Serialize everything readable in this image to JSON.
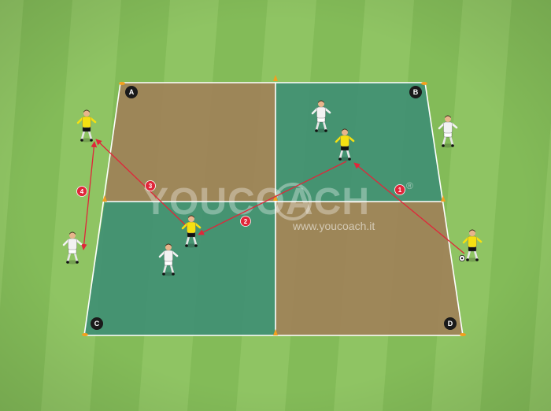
{
  "colors": {
    "stripe_light": "#8fc463",
    "stripe_dark": "#7ab550",
    "zone_brown": "#a07e58",
    "zone_teal": "#3c8d74",
    "line": "#ffffff",
    "cone": "#f2a01e",
    "marker_fill": "#1a1a1a",
    "step_fill": "#e0263a",
    "arrow": "#e0263a",
    "team_yellow": "#f5e011",
    "team_white": "#f2f2f2"
  },
  "corners": {
    "a": "A",
    "b": "B",
    "c": "C",
    "d": "D"
  },
  "steps": {
    "one": "1",
    "two": "2",
    "three": "3",
    "four": "4"
  },
  "watermark": {
    "text": "YOUCOACH",
    "url": "www.youcoach.it",
    "reg": "®"
  },
  "icons": {
    "ball": "soccer-ball-icon",
    "player": "player-figure-icon",
    "cone": "cone-icon"
  }
}
